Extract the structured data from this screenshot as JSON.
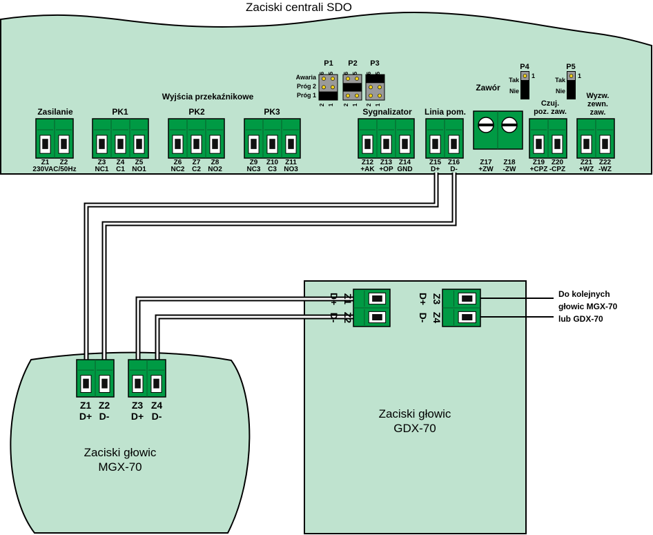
{
  "sdo": {
    "title": "Zaciski centrali SDO",
    "relays_heading": "Wyjścia przekaźnikowe",
    "groups": {
      "zasilanie": "Zasilanie",
      "pk1": "PK1",
      "pk2": "PK2",
      "pk3": "PK3",
      "sygnalizator": "Sygnalizator",
      "linia": "Linia pom.",
      "zawor": "Zawór",
      "czuj": [
        "Czuj.",
        "poz. zaw."
      ],
      "wyzw": [
        "Wyzw.",
        "zewn.",
        "zaw."
      ]
    },
    "terminals": [
      {
        "id": "Z1",
        "sig": ""
      },
      {
        "id": "Z2",
        "sig": ""
      },
      {
        "id": "Z3",
        "sig": "NC1"
      },
      {
        "id": "Z4",
        "sig": "C1"
      },
      {
        "id": "Z5",
        "sig": "NO1"
      },
      {
        "id": "Z6",
        "sig": "NC2"
      },
      {
        "id": "Z7",
        "sig": "C2"
      },
      {
        "id": "Z8",
        "sig": "NO2"
      },
      {
        "id": "Z9",
        "sig": "NC3"
      },
      {
        "id": "Z10",
        "sig": "C3"
      },
      {
        "id": "Z11",
        "sig": "NO3"
      },
      {
        "id": "Z12",
        "sig": "+AK"
      },
      {
        "id": "Z13",
        "sig": "+OP"
      },
      {
        "id": "Z14",
        "sig": "GND"
      },
      {
        "id": "Z15",
        "sig": "D+"
      },
      {
        "id": "Z16",
        "sig": "D-"
      },
      {
        "id": "Z17",
        "sig": "+ZW"
      },
      {
        "id": "Z18",
        "sig": "-ZW"
      },
      {
        "id": "Z19",
        "sig": "+CPZ"
      },
      {
        "id": "Z20",
        "sig": "-CPZ"
      },
      {
        "id": "Z21",
        "sig": "+WZ"
      },
      {
        "id": "Z22",
        "sig": "-WZ"
      }
    ],
    "power_label": "230VAC/50Hz",
    "jumpers": {
      "p1": "P1",
      "p2": "P2",
      "p3": "P3",
      "rows": [
        "Awaria",
        "Próg 2",
        "Próg 1"
      ],
      "pin_top": [
        "6",
        "5"
      ],
      "pin_bottom": [
        "2",
        "1"
      ],
      "p4": "P4",
      "p5": "P5",
      "tak": "Tak",
      "nie": "Nie",
      "one": "1"
    }
  },
  "mgx": {
    "title_line1": "Zaciski głowic",
    "title_line2": "MGX-70",
    "terminals": [
      {
        "id": "Z1",
        "sig": "D+"
      },
      {
        "id": "Z2",
        "sig": "D-"
      },
      {
        "id": "Z3",
        "sig": "D+"
      },
      {
        "id": "Z4",
        "sig": "D-"
      }
    ]
  },
  "gdx": {
    "title_line1": "Zaciski głowic",
    "title_line2": "GDX-70",
    "terminals": [
      {
        "id": "Z1",
        "sig": "D+"
      },
      {
        "id": "Z2",
        "sig": "D-"
      },
      {
        "id": "Z3",
        "sig": "D+"
      },
      {
        "id": "Z4",
        "sig": "D-"
      }
    ]
  },
  "note": [
    "Do kolejnych",
    "głowic MGX-70",
    "lub GDX-70"
  ],
  "colors": {
    "panel": "#bfe3cf",
    "terminal": "#009a44",
    "terminal_dark": "#0a5d2b",
    "jumper_pin": "#f2d21b"
  }
}
